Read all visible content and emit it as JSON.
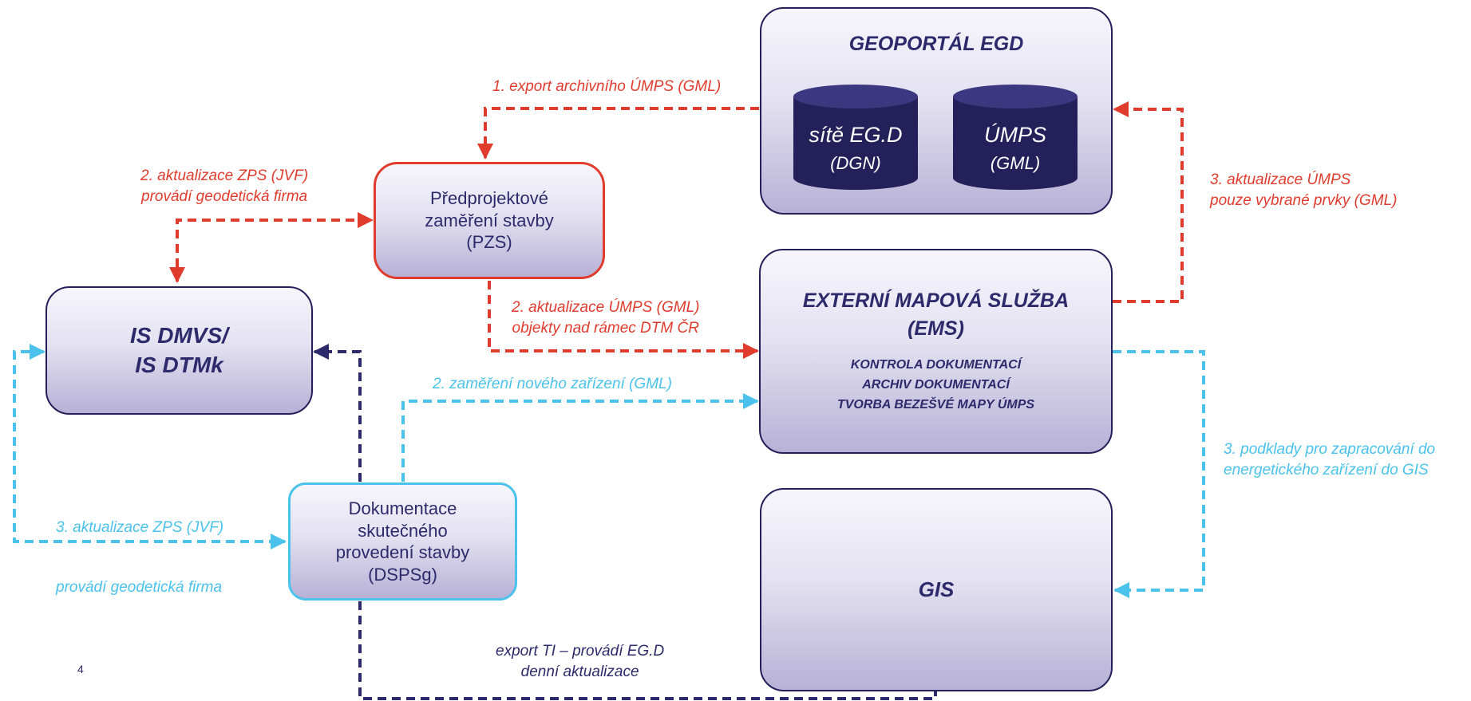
{
  "geoportal": {
    "title": "GEOPORTÁL EGD",
    "db1": {
      "line1": "sítě EG.D",
      "line2": "(DGN)"
    },
    "db2": {
      "line1": "ÚMPS",
      "line2": "(GML)"
    }
  },
  "pzs": {
    "line1": "Předprojektové",
    "line2": "zaměření stavby",
    "line3": "(PZS)"
  },
  "isdmvs": {
    "line1": "IS DMVS/",
    "line2": "IS DTMk"
  },
  "ems": {
    "title1": "EXTERNÍ MAPOVÁ SLUŽBA",
    "title2": "(EMS)",
    "sub1": "KONTROLA DOKUMENTACÍ",
    "sub2": "ARCHIV DOKUMENTACÍ",
    "sub3": "TVORBA BEZEŠVÉ MAPY ÚMPS"
  },
  "dsps": {
    "line1": "Dokumentace",
    "line2": "skutečného",
    "line3": "provedení stavby",
    "line4": "(DSPSg)"
  },
  "gis": {
    "title": "GIS"
  },
  "labels": {
    "export_archive": "1. export archivního ÚMPS (GML)",
    "zps_update_1": "2. aktualizace ZPS (JVF)",
    "zps_update_2": "provádí geodetická firma",
    "umps_update_1": "2. aktualizace ÚMPS (GML)",
    "umps_update_2": "objekty nad rámec DTM ČR",
    "umps3_1": "3. aktualizace ÚMPS",
    "umps3_2": "pouze vybrané prvky (GML)",
    "new_equip": "2. zaměření nového zařízení (GML)",
    "podklady_1": "3. podklady pro zapracování do",
    "podklady_2": "energetického zařízení do GIS",
    "zps3_1": "3. aktualizace ZPS (JVF)",
    "zps3_2": "provádí geodetická firma",
    "export_ti_1": "export TI – provádí EG.D",
    "export_ti_2": "denní aktualizace"
  },
  "page_number": "4",
  "colors": {
    "red": "#e03c2e",
    "blue": "#4ac2ec",
    "navy": "#2c2a6a",
    "db_fill": "#23205a"
  }
}
